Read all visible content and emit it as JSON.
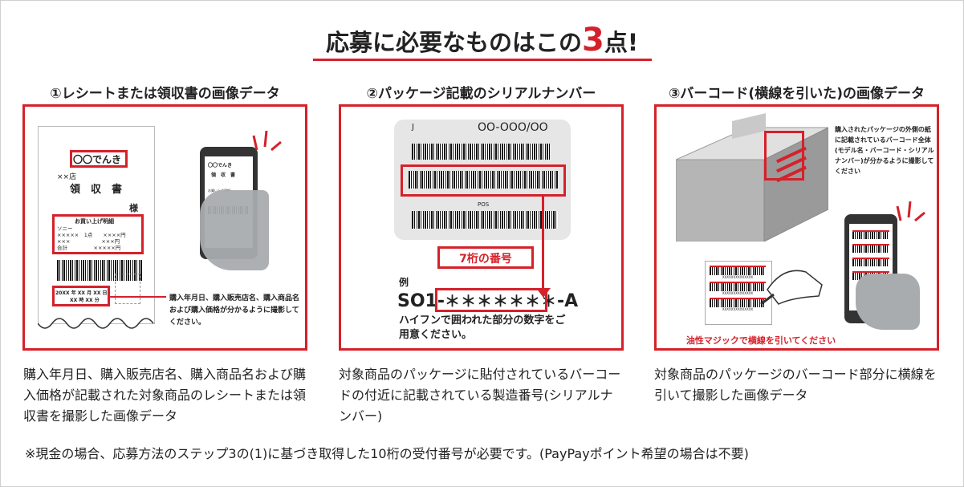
{
  "title": {
    "prefix": "応募に必要なものはこの",
    "number": "3",
    "suffix": "点!"
  },
  "columns": [
    {
      "heading": "①レシートまたは領収書の画像データ",
      "description": "購入年月日、購入販売店名、購入商品名および購入価格が記載された対象商品のレシートまたは領収書を撮影した画像データ",
      "illustration": {
        "store": "〇〇でんき",
        "branch": "××店",
        "doc": "領　収　書",
        "honorific": "様",
        "detail_head": "お買い上げ明細",
        "item_lines": [
          "ソニー",
          "×××××　1点　　××××円",
          "×××　　　　　　×××円",
          "合計　　　　　×××××円"
        ],
        "date_line1": "20XX 年 XX 月 XX 日",
        "date_line2": "XX 時 XX 分",
        "phone_store": "〇〇でんき",
        "phone_doc": "領　収　書",
        "phone_detail": "お買い上げ明細",
        "callout": "購入年月日、購入販売店名、購入商品名および購入価格が分かるように撮影してください。"
      }
    },
    {
      "heading": "②パッケージ記載のシリアルナンバー",
      "description": "対象商品のパッケージに貼付されているバーコードの付近に記載されている製造番号(シリアルナンバー)",
      "illustration": {
        "label_j": "J",
        "code_top": "OO-OOO/OO",
        "pos": "POS",
        "digits_label": "7桁の番号",
        "example": "例",
        "serial_prefix": "SO1-",
        "serial_masked": "＊＊＊＊＊＊＊",
        "serial_suffix": "-A",
        "instruction": "ハイフンで囲われた部分の数字をご用意ください。"
      }
    },
    {
      "heading": "③バーコード(横線を引いた)の画像データ",
      "description": "対象商品のパッケージのバーコード部分に横線を引いて撮影した画像データ",
      "illustration": {
        "callout": "購入されたパッケージの外側の紙に記載されているバーコード全体(モデル名・バーコード・シリアルナンバー)が分かるように撮影してください",
        "barcode_caption": "XXXXXXXXXXXXXX",
        "marker": "油性マジックで横線を引いてください"
      }
    }
  ],
  "note": "※現金の場合、応募方法のステップ3の(1)に基づき取得した10桁の受付番号が必要です。(PayPayポイント希望の場合は不要)",
  "colors": {
    "accent": "#d5212a",
    "text": "#222222",
    "gray": "#a9acae"
  }
}
